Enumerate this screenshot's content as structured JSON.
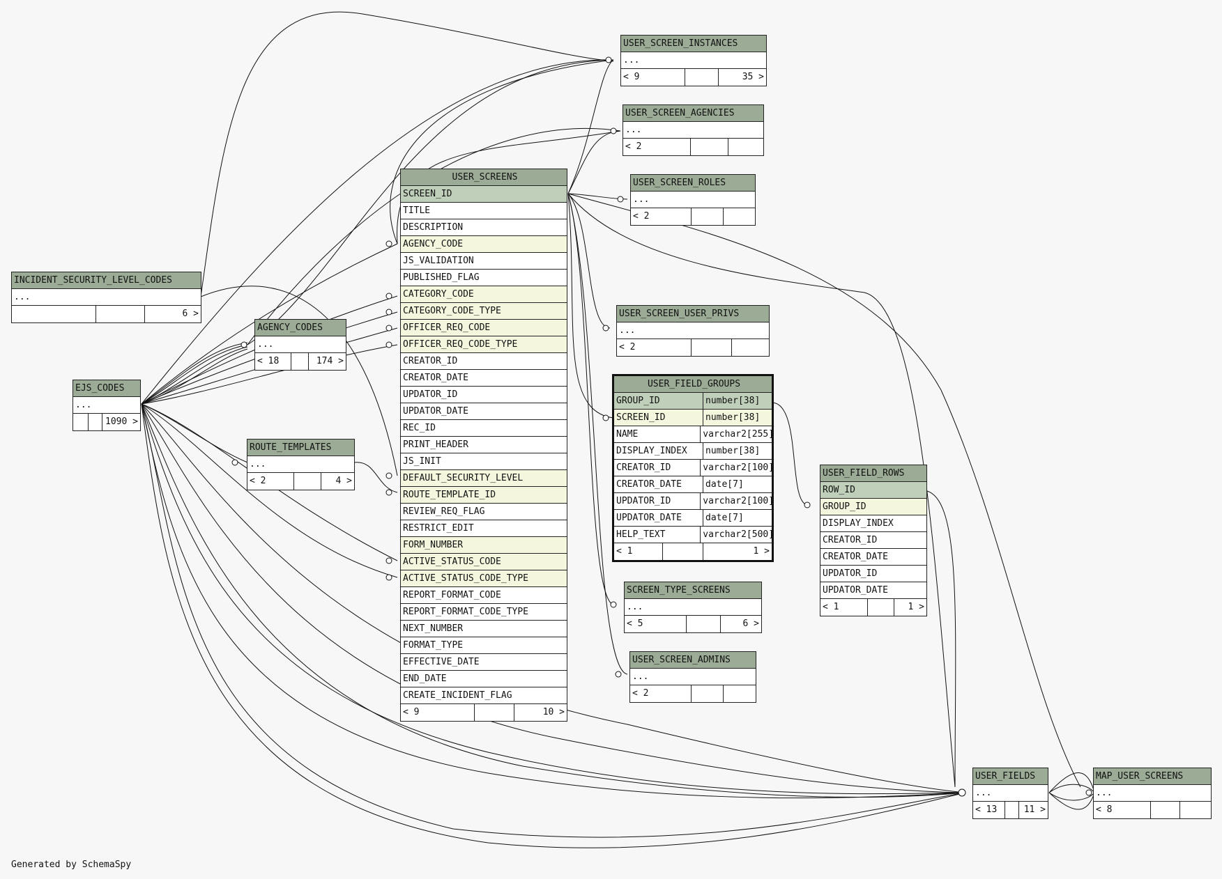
{
  "diagram": {
    "credit": "Generated by SchemaSpy",
    "colors": {
      "header": "#9bab96",
      "primary_key": "#bfcfba",
      "foreign_key": "#f4f7dd",
      "background": "#f7f7f7"
    },
    "tables": {
      "user_screen_instances": {
        "name": "USER_SCREEN_INSTANCES",
        "ellipsis": "...",
        "parents": "< 9",
        "children": "35 >"
      },
      "user_screen_agencies": {
        "name": "USER_SCREEN_AGENCIES",
        "ellipsis": "...",
        "parents": "< 2",
        "children": ""
      },
      "user_screen_roles": {
        "name": "USER_SCREEN_ROLES",
        "ellipsis": "...",
        "parents": "< 2",
        "children": ""
      },
      "user_screen_user_privs": {
        "name": "USER_SCREEN_USER_PRIVS",
        "ellipsis": "...",
        "parents": "< 2",
        "children": ""
      },
      "user_screen_admins": {
        "name": "USER_SCREEN_ADMINS",
        "ellipsis": "...",
        "parents": "< 2",
        "children": ""
      },
      "screen_type_screens": {
        "name": "SCREEN_TYPE_SCREENS",
        "ellipsis": "...",
        "parents": "< 5",
        "children": "6 >"
      },
      "incident_security_level_codes": {
        "name": "INCIDENT_SECURITY_LEVEL_CODES",
        "ellipsis": "...",
        "parents": "",
        "children": "6 >"
      },
      "agency_codes": {
        "name": "AGENCY_CODES",
        "ellipsis": "...",
        "parents": "< 18",
        "children": "174 >"
      },
      "ejs_codes": {
        "name": "EJS_CODES",
        "ellipsis": "...",
        "parents": "",
        "children": "1090 >"
      },
      "route_templates": {
        "name": "ROUTE_TEMPLATES",
        "ellipsis": "...",
        "parents": "< 2",
        "children": "4 >"
      },
      "user_fields": {
        "name": "USER_FIELDS",
        "ellipsis": "...",
        "parents": "< 13",
        "children": "11 >"
      },
      "map_user_screens": {
        "name": "MAP_USER_SCREENS",
        "ellipsis": "...",
        "parents": "< 8",
        "children": ""
      },
      "user_screens": {
        "name": "USER_SCREENS",
        "columns": [
          {
            "name": "SCREEN_ID",
            "key": "pk"
          },
          {
            "name": "TITLE",
            "key": ""
          },
          {
            "name": "DESCRIPTION",
            "key": ""
          },
          {
            "name": "AGENCY_CODE",
            "key": "fk"
          },
          {
            "name": "JS_VALIDATION",
            "key": ""
          },
          {
            "name": "PUBLISHED_FLAG",
            "key": ""
          },
          {
            "name": "CATEGORY_CODE",
            "key": "fk"
          },
          {
            "name": "CATEGORY_CODE_TYPE",
            "key": "fk"
          },
          {
            "name": "OFFICER_REQ_CODE",
            "key": "fk"
          },
          {
            "name": "OFFICER_REQ_CODE_TYPE",
            "key": "fk"
          },
          {
            "name": "CREATOR_ID",
            "key": ""
          },
          {
            "name": "CREATOR_DATE",
            "key": ""
          },
          {
            "name": "UPDATOR_ID",
            "key": ""
          },
          {
            "name": "UPDATOR_DATE",
            "key": ""
          },
          {
            "name": "REC_ID",
            "key": ""
          },
          {
            "name": "PRINT_HEADER",
            "key": ""
          },
          {
            "name": "JS_INIT",
            "key": ""
          },
          {
            "name": "DEFAULT_SECURITY_LEVEL",
            "key": "fk"
          },
          {
            "name": "ROUTE_TEMPLATE_ID",
            "key": "fk"
          },
          {
            "name": "REVIEW_REQ_FLAG",
            "key": ""
          },
          {
            "name": "RESTRICT_EDIT",
            "key": ""
          },
          {
            "name": "FORM_NUMBER",
            "key": "fk"
          },
          {
            "name": "ACTIVE_STATUS_CODE",
            "key": "fk"
          },
          {
            "name": "ACTIVE_STATUS_CODE_TYPE",
            "key": "fk"
          },
          {
            "name": "REPORT_FORMAT_CODE",
            "key": ""
          },
          {
            "name": "REPORT_FORMAT_CODE_TYPE",
            "key": ""
          },
          {
            "name": "NEXT_NUMBER",
            "key": ""
          },
          {
            "name": "FORMAT_TYPE",
            "key": ""
          },
          {
            "name": "EFFECTIVE_DATE",
            "key": ""
          },
          {
            "name": "END_DATE",
            "key": ""
          },
          {
            "name": "CREATE_INCIDENT_FLAG",
            "key": ""
          }
        ],
        "parents": "< 9",
        "children": "10 >"
      },
      "user_field_groups": {
        "name": "USER_FIELD_GROUPS",
        "columns": [
          {
            "name": "GROUP_ID",
            "type": "number[38]",
            "key": "pk"
          },
          {
            "name": "SCREEN_ID",
            "type": "number[38]",
            "key": "fk"
          },
          {
            "name": "NAME",
            "type": "varchar2[255]",
            "key": ""
          },
          {
            "name": "DISPLAY_INDEX",
            "type": "number[38]",
            "key": ""
          },
          {
            "name": "CREATOR_ID",
            "type": "varchar2[100]",
            "key": ""
          },
          {
            "name": "CREATOR_DATE",
            "type": "date[7]",
            "key": ""
          },
          {
            "name": "UPDATOR_ID",
            "type": "varchar2[100]",
            "key": ""
          },
          {
            "name": "UPDATOR_DATE",
            "type": "date[7]",
            "key": ""
          },
          {
            "name": "HELP_TEXT",
            "type": "varchar2[500]",
            "key": ""
          }
        ],
        "parents": "< 1",
        "children": "1 >"
      },
      "user_field_rows": {
        "name": "USER_FIELD_ROWS",
        "columns": [
          {
            "name": "ROW_ID",
            "key": "pk"
          },
          {
            "name": "GROUP_ID",
            "key": "fk"
          },
          {
            "name": "DISPLAY_INDEX",
            "key": ""
          },
          {
            "name": "CREATOR_ID",
            "key": ""
          },
          {
            "name": "CREATOR_DATE",
            "key": ""
          },
          {
            "name": "UPDATOR_ID",
            "key": ""
          },
          {
            "name": "UPDATOR_DATE",
            "key": ""
          }
        ],
        "parents": "< 1",
        "children": "1 >"
      }
    }
  }
}
